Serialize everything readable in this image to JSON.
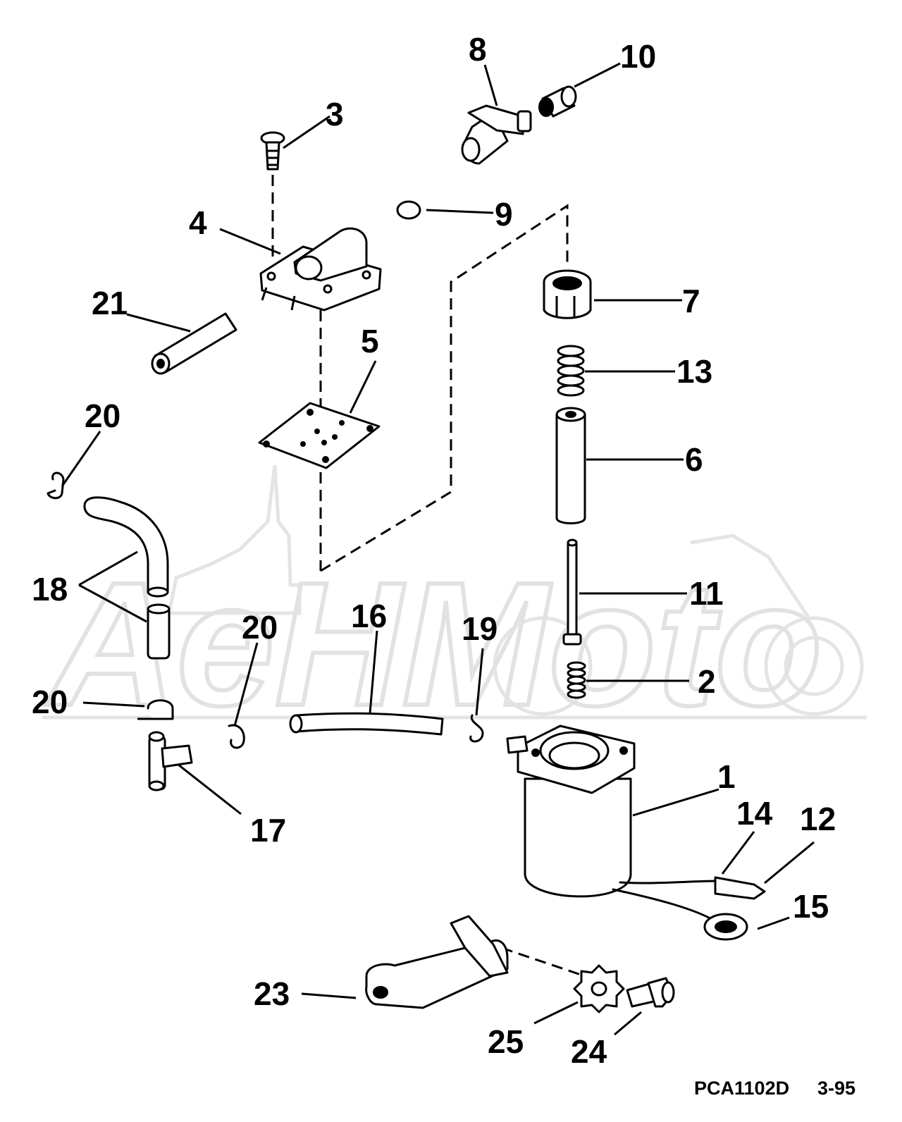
{
  "watermark": "AeHMoto",
  "diagram_code": "PCA1102D",
  "diagram_date": "3-95",
  "labels": {
    "p1": "1",
    "p2": "2",
    "p3": "3",
    "p4": "4",
    "p5": "5",
    "p6": "6",
    "p7": "7",
    "p8": "8",
    "p9": "9",
    "p10": "10",
    "p11": "11",
    "p12": "12",
    "p13": "13",
    "p14": "14",
    "p15": "15",
    "p16": "16",
    "p17": "17",
    "p18": "18",
    "p19": "19",
    "p20a": "20",
    "p20b": "20",
    "p20c": "20",
    "p21": "21",
    "p23": "23",
    "p24": "24",
    "p25": "25"
  }
}
